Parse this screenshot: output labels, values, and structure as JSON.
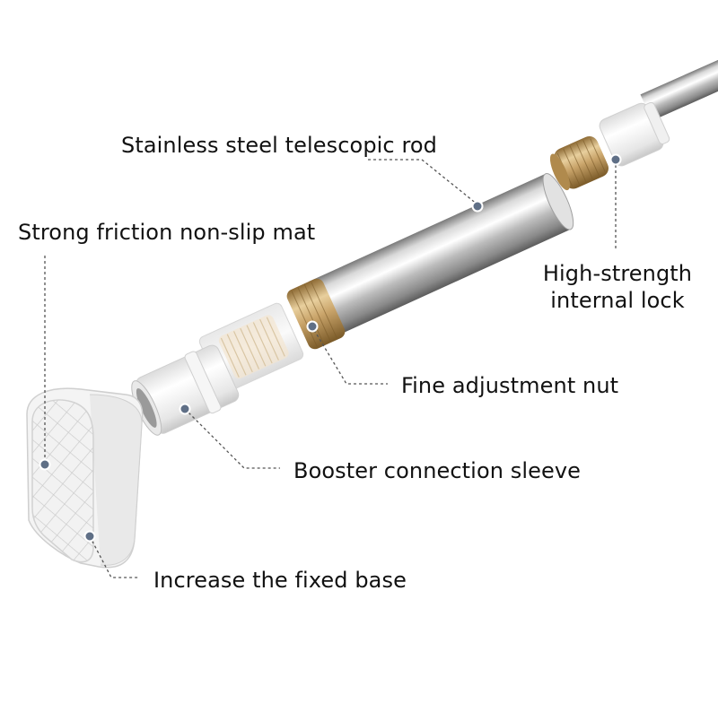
{
  "labels": {
    "rod": "Stainless steel telescopic rod",
    "mat": "Strong friction non-slip mat",
    "lock_line1": "High-strength",
    "lock_line2": "internal lock",
    "nut": "Fine adjustment nut",
    "sleeve": "Booster connection sleeve",
    "base": "Increase the fixed base"
  },
  "colors": {
    "steel_light": "#f4f4f4",
    "steel_dark": "#6e6e6e",
    "gold": "#c9a46a",
    "gold_dark": "#8d6a34",
    "white_part": "#f7f7f7",
    "leader": "#555555",
    "marker": "#5f6f86"
  }
}
